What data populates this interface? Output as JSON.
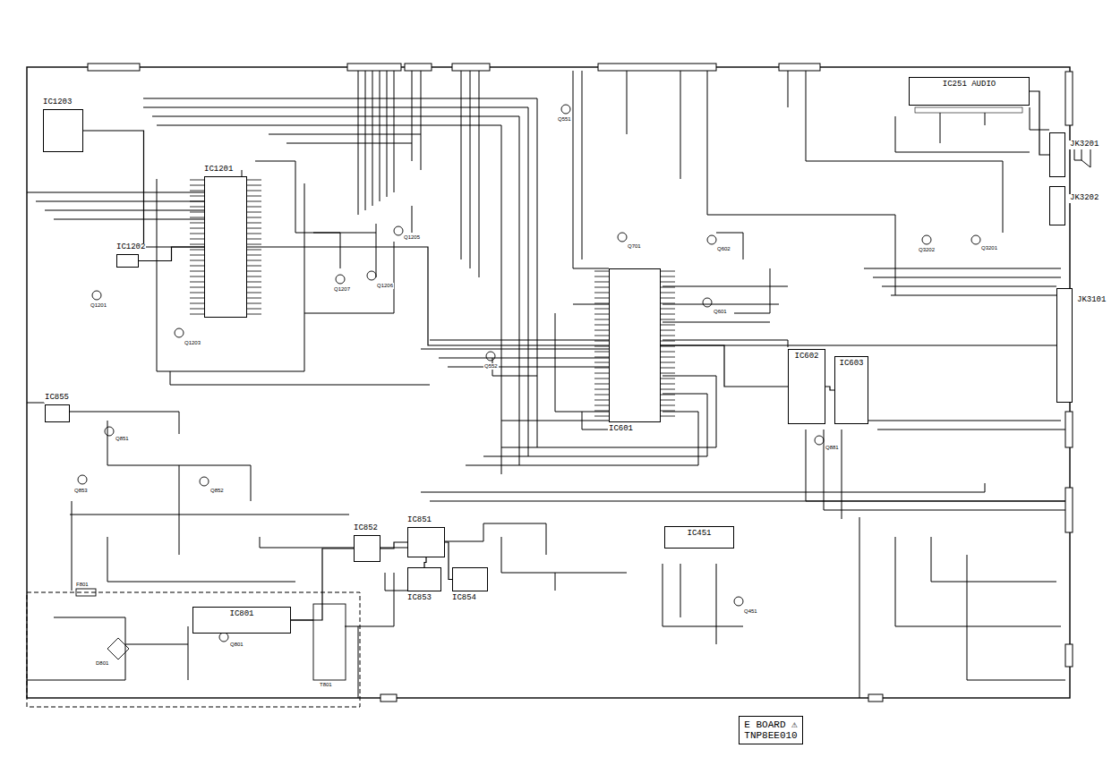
{
  "diagram": {
    "nodes": [
      {
        "text": [
          "IC1203"
        ]
      },
      {
        "text": [
          "IC1201"
        ]
      },
      {
        "text": [
          "IC1202"
        ]
      },
      {
        "text": [
          "IC251 AUDIO"
        ]
      },
      {
        "text": [
          "JK3201"
        ]
      },
      {
        "text": [
          "JK3202"
        ]
      },
      {
        "text": [
          "JK3101"
        ]
      },
      {
        "text": [
          "IC601"
        ]
      },
      {
        "text": [
          "IC602"
        ]
      },
      {
        "text": [
          "IC603"
        ]
      },
      {
        "text": [
          "IC855"
        ]
      },
      {
        "text": [
          "IC852"
        ]
      },
      {
        "text": [
          "IC851"
        ]
      },
      {
        "text": [
          "IC853"
        ]
      },
      {
        "text": [
          "IC854"
        ]
      },
      {
        "text": [
          "IC451"
        ]
      },
      {
        "text": [
          "IC801"
        ]
      },
      {
        "text": [
          "E BOARD ⚠",
          "TNP8EE010"
        ]
      }
    ],
    "edges": [
      {
        "from": 1,
        "to": 2,
        "arrow": "none"
      },
      {
        "from": 0,
        "to": 1,
        "arrow": "none"
      },
      {
        "from": 7,
        "to": 8,
        "arrow": "none"
      },
      {
        "from": 8,
        "to": 9,
        "arrow": "none"
      },
      {
        "from": 11,
        "to": 12,
        "arrow": "none"
      },
      {
        "from": 12,
        "to": 13,
        "arrow": "none"
      },
      {
        "from": 12,
        "to": 14,
        "arrow": "none"
      },
      {
        "from": 16,
        "to": 11,
        "arrow": "none"
      },
      {
        "from": 3,
        "to": 4,
        "arrow": "none"
      },
      {
        "from": 7,
        "to": 6,
        "arrow": "none"
      },
      {
        "from": 1,
        "to": 7,
        "arrow": "none"
      }
    ],
    "labels": [
      "Q1201",
      "Q1203",
      "Q1207",
      "Q1206",
      "Q1205",
      "Q551",
      "Q701",
      "Q602",
      "Q601",
      "Q552",
      "Q851",
      "Q852",
      "Q853",
      "Q801",
      "Q451",
      "Q3202",
      "Q3201",
      "Q881",
      "D801",
      "T801",
      "F801"
    ]
  }
}
